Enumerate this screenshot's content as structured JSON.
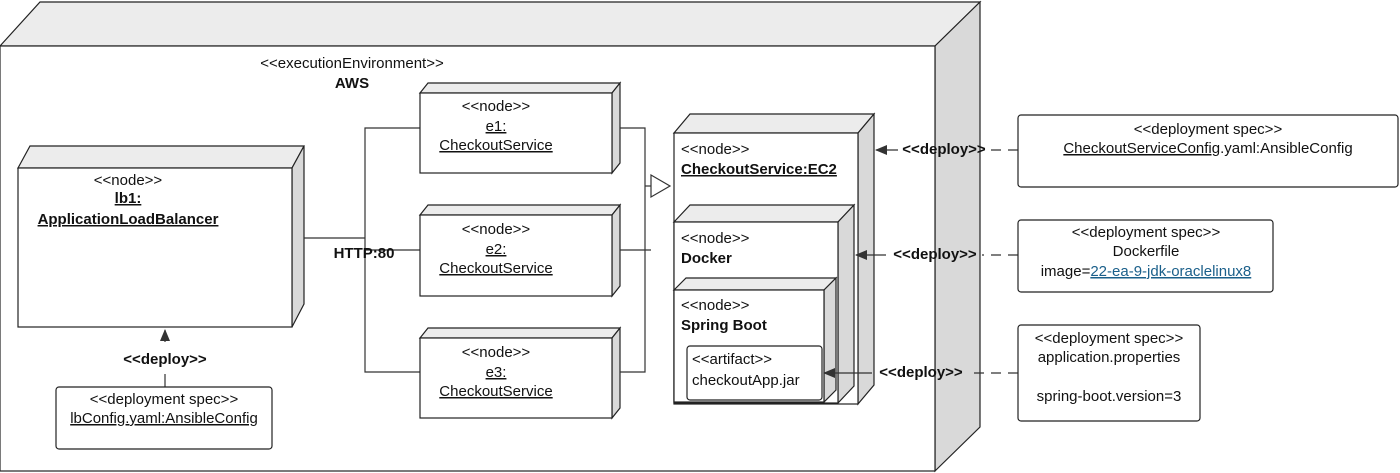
{
  "environment": {
    "stereotype": "<<executionEnvironment>>",
    "name": "AWS"
  },
  "lb_node": {
    "stereotype": "<<node>>",
    "name_line1": "lb1:",
    "name_line2": "ApplicationLoadBalancer"
  },
  "connector_label": "HTTP:80",
  "lb_deploy_label": "<<deploy>>",
  "lb_spec": {
    "stereotype": "<<deployment spec>>",
    "name": "lbConfig.yaml:AnsibleConfig"
  },
  "service_nodes": [
    {
      "stereotype": "<<node>>",
      "line1": "e1:",
      "line2": "CheckoutService"
    },
    {
      "stereotype": "<<node>>",
      "line1": "e2:",
      "line2": "CheckoutService"
    },
    {
      "stereotype": "<<node>>",
      "line1": "e3:",
      "line2": "CheckoutService"
    }
  ],
  "ec2_node": {
    "stereotype": "<<node>>",
    "name": "CheckoutService:EC2"
  },
  "docker_node": {
    "stereotype": "<<node>>",
    "name": "Docker"
  },
  "spring_node": {
    "stereotype": "<<node>>",
    "name": "Spring Boot"
  },
  "artifact": {
    "stereotype": "<<artifact>>",
    "name": "checkoutApp.jar"
  },
  "deploy_labels": [
    "<<deploy>>",
    "<<deploy>>",
    "<<deploy>>"
  ],
  "spec_ec2": {
    "stereotype": "<<deployment spec>>",
    "name_underlined": "CheckoutServiceConfig",
    "name_rest": ".yaml:AnsibleConfig"
  },
  "spec_docker": {
    "stereotype": "<<deployment spec>>",
    "line1": "Dockerfile",
    "image_prefix": "image=",
    "image_link": "22-ea-9-jdk-oraclelinux8"
  },
  "spec_spring": {
    "stereotype": "<<deployment spec>>",
    "line1": "application.properties",
    "line2": "spring-boot.version=3"
  }
}
